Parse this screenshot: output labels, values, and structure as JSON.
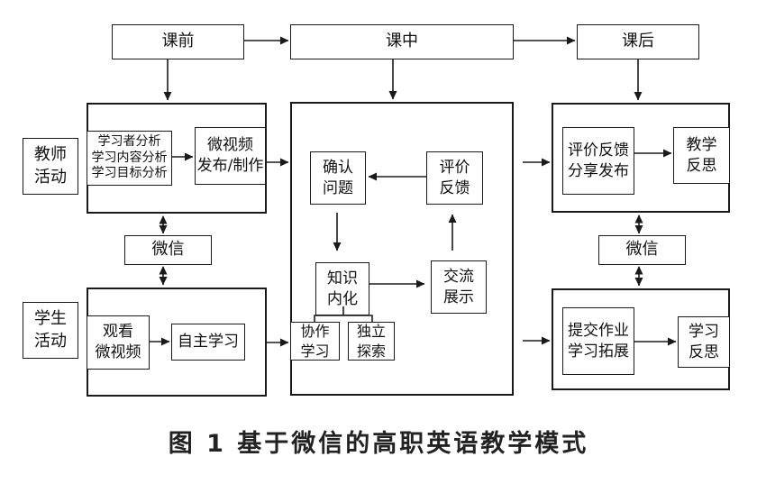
{
  "phases": {
    "pre": "课前",
    "in": "课中",
    "post": "课后"
  },
  "roles": {
    "teacher": "教师\n活动",
    "student": "学生\n活动"
  },
  "pre_class": {
    "analysis": "学习者分析\n学习内容分析\n学习目标分析",
    "video_publish": "微视频\n发布/制作",
    "wechat": "微信",
    "watch_video": "观看\n微视频",
    "self_study": "自主学习"
  },
  "in_class": {
    "confirm_problem": "确认\n问题",
    "evaluate_feedback": "评价\n反馈",
    "knowledge_internalize": "知识\n内化",
    "communicate_show": "交流\n展示",
    "collaborate": "协作\n学习",
    "independent": "独立\n探索"
  },
  "post_class": {
    "eval_share": "评价反馈\n分享发布",
    "teaching_reflect": "教学\n反思",
    "wechat": "微信",
    "submit_extend": "提交作业\n学习拓展",
    "learning_reflect": "学习\n反思"
  },
  "caption": "图 1  基于微信的高职英语教学模式",
  "colors": {
    "line": "#1a1a1a",
    "background": "#ffffff"
  }
}
